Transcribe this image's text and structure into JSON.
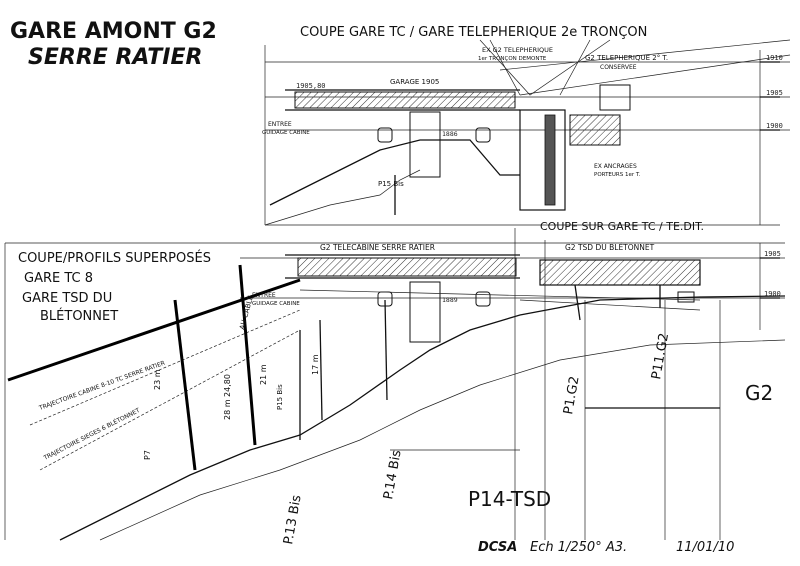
{
  "title": {
    "line1": "GARE AMONT G2",
    "line2": "SERRE RATIER"
  },
  "top_section": {
    "heading": "COUPE GARE TC / GARE TELEPHERIQUE 2e TRONÇON",
    "label_old_station": "EX G2 TELEPHERIQUE",
    "label_old_station_sub": "1er TRONÇON DEMONTE",
    "label_g2_tel": "G2 TELEPHERIQUE 2° T.",
    "label_conserved": "CONSERVEE",
    "label_garage": "GARAGE 1905",
    "label_entry": "ENTREE",
    "label_entry_sub": "GUIDAGE CABINE",
    "label_anchors": "EX ANCRAGES",
    "label_anchors_sub": "PORTEURS 1er T.",
    "label_p15": "P15 Bis",
    "label_alt_a": "1905,80",
    "label_alt_b": "1886",
    "elev_ticks": [
      "1910",
      "1905",
      "1900"
    ]
  },
  "mid_caption": "COUPE SUR GARE TC / TE.DIT.",
  "bottom_section": {
    "heading_left_1": "COUPE/PROFILS SUPERPOSÉS",
    "heading_left_2": "GARE TC 8",
    "heading_left_3": "GARE TSD DU",
    "heading_left_4": "BLÉTONNET",
    "label_g2_tc": "G2 TELECABINE SERRE RATIER",
    "label_g2_tsd": "G2   TSD DU BLÉTONNET",
    "label_entry": "ENTREE",
    "label_entry_sub": "GUIDAGE CABINE",
    "label_alt": "1889",
    "label_traj_cabin": "TRAJECTOIRE CABINE 8-10 TC SERRE RATIER",
    "label_traj_seats": "TRAJECTOIRE SIEGES 6 BLÉTONNET",
    "label_dim_23": "23 m",
    "label_dim_28": "28 m 24,80",
    "label_dim_21": "21 m",
    "label_dim_17": "17 m",
    "label_cable": "AU CABLE",
    "label_p7": "P7",
    "label_p15bis": "P15 Bis",
    "label_p13bis": "P.13 Bis",
    "label_p14bis": "P.14 Bis",
    "label_p1g2": "P1.G2",
    "label_p11g2": "P11.G2",
    "label_g2": "G2",
    "label_p14tsd": "P14-TSD",
    "elev_ticks": [
      "1905",
      "1900"
    ]
  },
  "footer": {
    "signature": "DCSA",
    "scale": "Ech 1/250° A3.",
    "date": "11/01/10"
  }
}
